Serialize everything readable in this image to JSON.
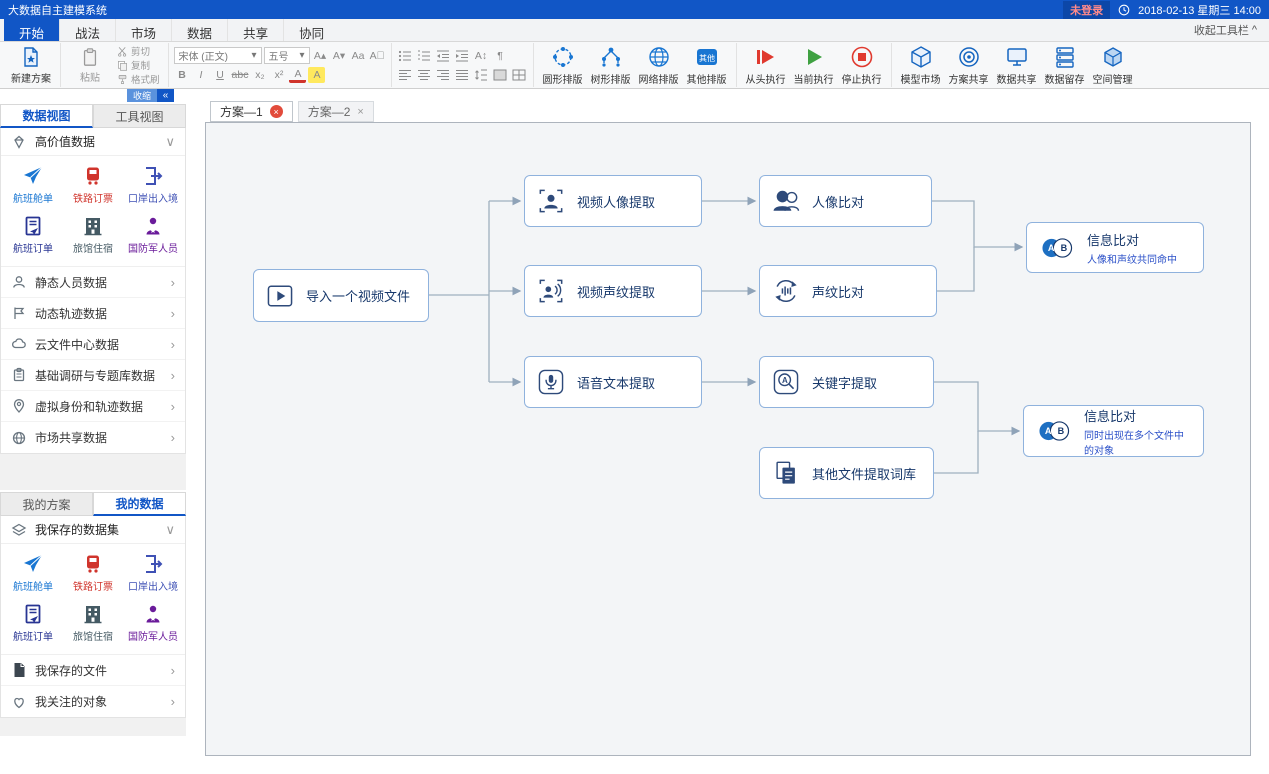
{
  "titlebar": {
    "title": "大数据自主建模系统",
    "login": "未登录",
    "datetime": "2018-02-13 星期三 14:00"
  },
  "ribbon": {
    "tabs": [
      {
        "label": "开始"
      },
      {
        "label": "战法"
      },
      {
        "label": "市场"
      },
      {
        "label": "数据"
      },
      {
        "label": "共享"
      },
      {
        "label": "协同"
      }
    ],
    "collapse": "收起工具栏",
    "new_plan": "新建方案",
    "clipboard": {
      "paste": "粘贴",
      "cut": "剪切",
      "copy": "复制",
      "painter": "格式刷"
    },
    "font": {
      "name": "宋体 (正文)",
      "size": "五号",
      "bold": "B",
      "italic": "I",
      "underline": "U",
      "strike": "abc",
      "sub": "x₂",
      "sup": "x²",
      "color": "A",
      "highlight": "A"
    },
    "layout": [
      {
        "label": "圆形排版"
      },
      {
        "label": "树形排版"
      },
      {
        "label": "网络排版"
      },
      {
        "label": "其他排版",
        "badge": "其他"
      }
    ],
    "run": [
      {
        "label": "从头执行"
      },
      {
        "label": "当前执行"
      },
      {
        "label": "停止执行"
      }
    ],
    "manage": [
      {
        "label": "模型市场"
      },
      {
        "label": "方案共享"
      },
      {
        "label": "数据共享"
      },
      {
        "label": "数据留存"
      },
      {
        "label": "空间管理"
      }
    ]
  },
  "sidebar": {
    "collapse": "收缩",
    "view_tabs": [
      {
        "label": "数据视图"
      },
      {
        "label": "工具视图"
      }
    ],
    "high_value": {
      "label": "高价值数据"
    },
    "datasets": [
      {
        "label": "航班舱单"
      },
      {
        "label": "铁路订票"
      },
      {
        "label": "口岸出入境"
      },
      {
        "label": "航班订单"
      },
      {
        "label": "旅馆住宿"
      },
      {
        "label": "国防军人员"
      }
    ],
    "sections": [
      {
        "label": "静态人员数据"
      },
      {
        "label": "动态轨迹数据"
      },
      {
        "label": "云文件中心数据"
      },
      {
        "label": "基础调研与专题库数据"
      },
      {
        "label": "虚拟身份和轨迹数据"
      },
      {
        "label": "市场共享数据"
      }
    ],
    "my_tabs": [
      {
        "label": "我的方案"
      },
      {
        "label": "我的数据"
      }
    ],
    "saved_datasets": {
      "label": "我保存的数据集"
    },
    "my_sections": [
      {
        "label": "我保存的文件"
      },
      {
        "label": "我关注的对象"
      }
    ]
  },
  "canvas": {
    "tabs": [
      {
        "label": "方案—1"
      },
      {
        "label": "方案—2"
      }
    ],
    "nodes": {
      "import": {
        "label": "导入一个视频文件"
      },
      "video_face": {
        "label": "视频人像提取"
      },
      "face_compare": {
        "label": "人像比对"
      },
      "video_voice": {
        "label": "视频声纹提取"
      },
      "voice_compare": {
        "label": "声纹比对"
      },
      "speech_text": {
        "label": "语音文本提取"
      },
      "keyword": {
        "label": "关键字提取"
      },
      "other_files": {
        "label": "其他文件提取词库"
      },
      "info1": {
        "label": "信息比对",
        "sub": "人像和声纹共同命中",
        "a": "A",
        "b": "B"
      },
      "info2": {
        "label": "信息比对",
        "sub": "同时出现在多个文件中的对象",
        "a": "A",
        "b": "B"
      }
    }
  },
  "colors": {
    "accent": "#1156c6",
    "node_border": "#8fb2dd",
    "run_red": "#e03a2f",
    "run_green": "#3fa142"
  }
}
